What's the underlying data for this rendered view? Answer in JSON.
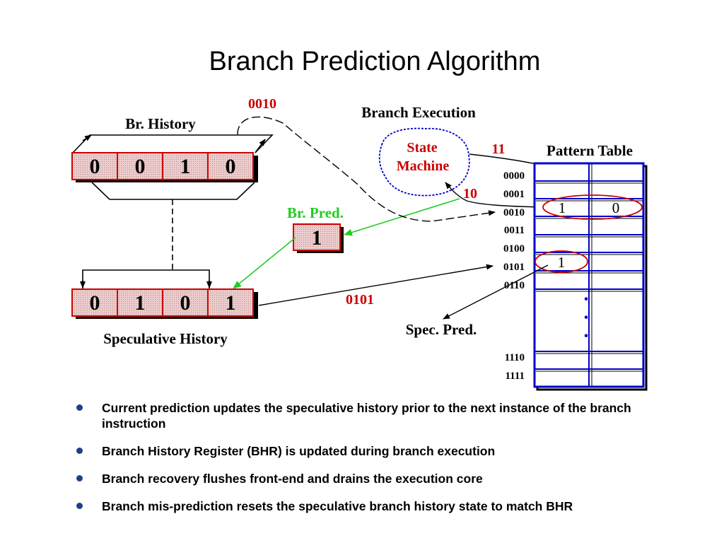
{
  "slide": {
    "title": "Branch Prediction Algorithm"
  },
  "diagram": {
    "br_history_label": "Br. History",
    "br_history_bits": [
      "0",
      "0",
      "1",
      "0"
    ],
    "history_value_label": "0010",
    "branch_execution_label": "Branch Execution",
    "state_machine_line1": "State",
    "state_machine_line2": "Machine",
    "state_11_label": "11",
    "state_10_label": "10",
    "br_pred_label": "Br. Pred.",
    "br_pred_value": "1",
    "speculative_history_label": "Speculative History",
    "speculative_bits": [
      "0",
      "1",
      "0",
      "1"
    ],
    "speculative_value_label": "0101",
    "spec_pred_label": "Spec. Pred.",
    "pattern_table_label": "Pattern Table",
    "pattern_rows": [
      "0000",
      "0001",
      "0010",
      "0011",
      "0100",
      "0101",
      "0110",
      "1110",
      "1111"
    ],
    "entry_0010_left": "1",
    "entry_0010_right": "0",
    "entry_0101_left": "1",
    "ellipsis": [
      "·",
      "·",
      "·"
    ]
  },
  "bullets": [
    "Current prediction updates the speculative history prior to the next instance of the branch instruction",
    "Branch History Register (BHR) is updated during branch execution",
    "Branch recovery flushes front-end and drains the execution core",
    "Branch mis-prediction resets the speculative branch history state to match BHR"
  ],
  "colors": {
    "red_label": "#cc0000",
    "green_label": "#22cc22",
    "blue_table": "#0000cc",
    "register_fill": "#e9c9c9",
    "bullet_dot": "#1f3f8a"
  }
}
